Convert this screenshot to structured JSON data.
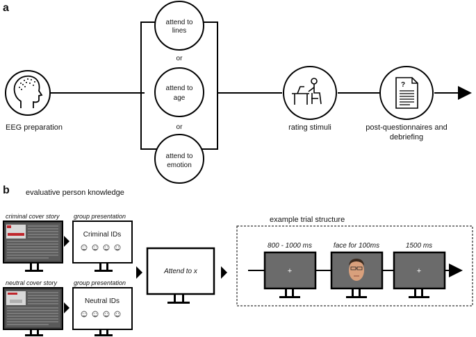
{
  "panel_a": {
    "label": "a",
    "start_label": "EEG preparation",
    "branches": [
      {
        "line1": "attend to",
        "line2": "lines"
      },
      {
        "line1": "attend to",
        "line2": "age"
      },
      {
        "line1": "attend to",
        "line2": "emotion"
      }
    ],
    "or_label": "or",
    "rating_label": "rating stimuli",
    "post_label_line1": "post-questionnaires and",
    "post_label_line2": "debriefing"
  },
  "panel_b": {
    "label": "b",
    "title": "evaluative person knowledge",
    "criminal_cover_label": "criminal cover story",
    "neutral_cover_label": "neutral cover story",
    "group_presentation_label": "group presentation",
    "criminal_ids_label": "Criminal IDs",
    "neutral_ids_label": "Neutral IDs",
    "attend_label": "Attend to x",
    "trial_title": "example trial structure",
    "timing_1": "800 - 1000 ms",
    "timing_2": "face for 100ms",
    "timing_3": "1500 ms",
    "fixation": "+",
    "question_mark": "?"
  }
}
